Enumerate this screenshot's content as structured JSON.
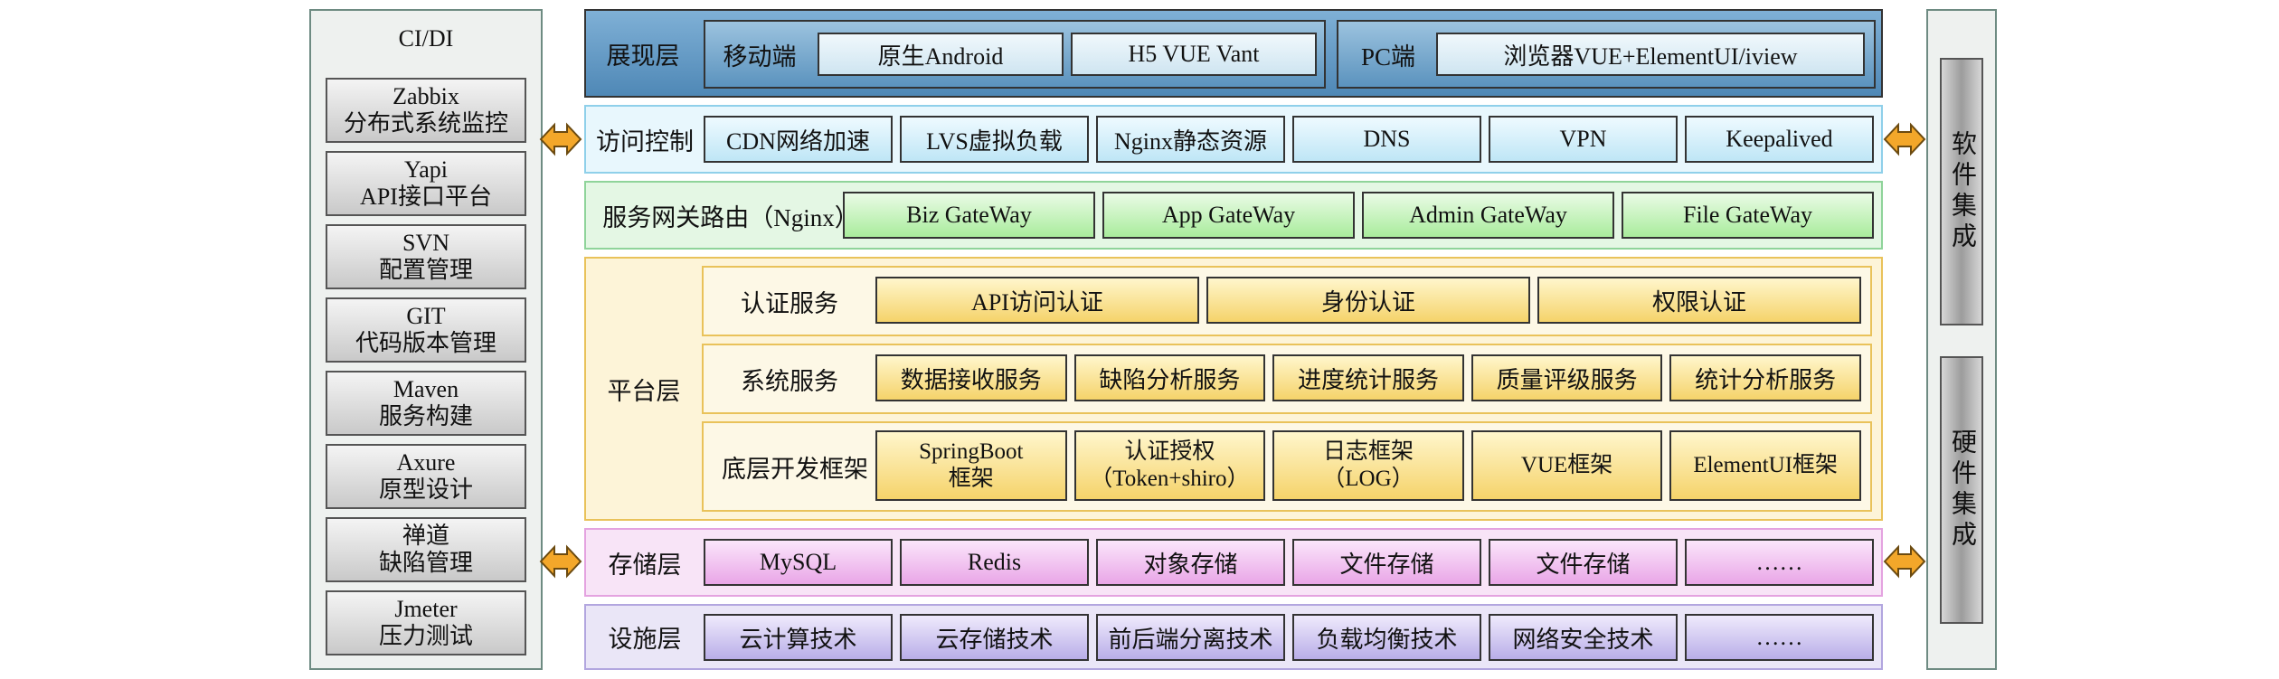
{
  "left_panel": {
    "title": "CI/DI",
    "items": [
      {
        "line1": "Zabbix",
        "line2": "分布式系统监控"
      },
      {
        "line1": "Yapi",
        "line2": "API接口平台"
      },
      {
        "line1": "SVN",
        "line2": "配置管理"
      },
      {
        "line1": "GIT",
        "line2": "代码版本管理"
      },
      {
        "line1": "Maven",
        "line2": "服务构建"
      },
      {
        "line1": "Axure",
        "line2": "原型设计"
      },
      {
        "line1": "禅道",
        "line2": "缺陷管理"
      },
      {
        "line1": "Jmeter",
        "line2": "压力测试"
      }
    ]
  },
  "right_panel": {
    "software": "软件集成",
    "hardware": "硬件集成"
  },
  "presentation": {
    "label": "展现层",
    "mobile_label": "移动端",
    "mobile_items": [
      "原生Android",
      "H5 VUE Vant"
    ],
    "pc_label": "PC端",
    "pc_items": [
      "浏览器VUE+ElementUI/iview"
    ]
  },
  "access": {
    "label": "访问控制",
    "items": [
      "CDN网络加速",
      "LVS虚拟负载",
      "Nginx静态资源",
      "DNS",
      "VPN",
      "Keepalived"
    ]
  },
  "gateway": {
    "label": "服务网关路由（Nginx）",
    "items": [
      "Biz GateWay",
      "App GateWay",
      "Admin GateWay",
      "File GateWay"
    ]
  },
  "platform": {
    "label": "平台层",
    "auth": {
      "label": "认证服务",
      "items": [
        "API访问认证",
        "身份认证",
        "权限认证"
      ]
    },
    "system": {
      "label": "系统服务",
      "items": [
        "数据接收服务",
        "缺陷分析服务",
        "进度统计服务",
        "质量评级服务",
        "统计分析服务"
      ]
    },
    "framework": {
      "label": "底层开发框架",
      "items": [
        {
          "line1": "SpringBoot",
          "line2": "框架"
        },
        {
          "line1": "认证授权",
          "line2": "（Token+shiro）"
        },
        {
          "line1": "日志框架",
          "line2": "（LOG）"
        },
        {
          "line1": "VUE框架",
          "line2": ""
        },
        {
          "line1": "ElementUI框架",
          "line2": ""
        }
      ]
    }
  },
  "storage": {
    "label": "存储层",
    "items": [
      "MySQL",
      "Redis",
      "对象存储",
      "文件存储",
      "文件存储",
      "……"
    ]
  },
  "infra": {
    "label": "设施层",
    "items": [
      "云计算技术",
      "云存储技术",
      "前后端分离技术",
      "负载均衡技术",
      "网络安全技术",
      "……"
    ]
  },
  "colors": {
    "presentation": "#5b93be",
    "access": "#e8f7fd",
    "gateway": "#e4f7e4",
    "platform": "#fdf4d8",
    "storage": "#f8e4f7",
    "infra": "#eae6f7",
    "arrow": "#f3a72a"
  }
}
